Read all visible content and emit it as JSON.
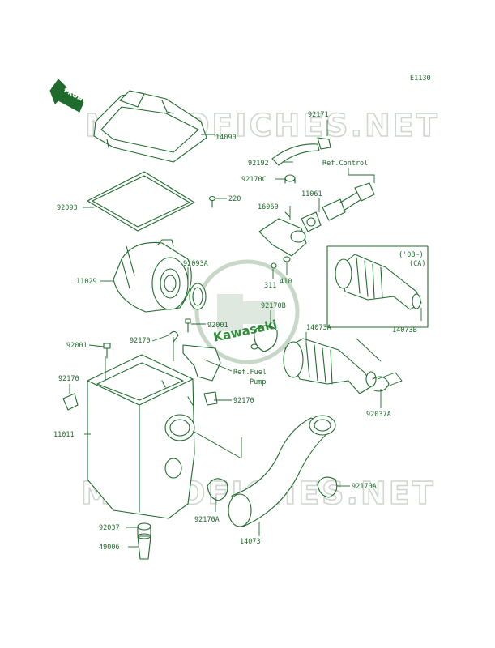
{
  "diagram_id": "E1130",
  "watermark": "MICROFICHES.NET",
  "logo": "Kawasaki",
  "front_label": "FRONT",
  "callouts": [
    {
      "id": "c-92171",
      "text": "92171"
    },
    {
      "id": "c-14090",
      "text": "14090"
    },
    {
      "id": "c-92192",
      "text": "92192"
    },
    {
      "id": "c-refcontrol",
      "text": "Ref.Control"
    },
    {
      "id": "c-92170c",
      "text": "92170C"
    },
    {
      "id": "c-11061",
      "text": "11061"
    },
    {
      "id": "c-92093",
      "text": "92093"
    },
    {
      "id": "c-220",
      "text": "220"
    },
    {
      "id": "c-16060",
      "text": "16060"
    },
    {
      "id": "c-08ca-1",
      "text": "('08~)"
    },
    {
      "id": "c-08ca-2",
      "text": "(CA)"
    },
    {
      "id": "c-92093a",
      "text": "92093A"
    },
    {
      "id": "c-11029",
      "text": "11029"
    },
    {
      "id": "c-311",
      "text": "311"
    },
    {
      "id": "c-410",
      "text": "410"
    },
    {
      "id": "c-92170b",
      "text": "92170B"
    },
    {
      "id": "c-92001a",
      "text": "92001"
    },
    {
      "id": "c-14073a",
      "text": "14073A"
    },
    {
      "id": "c-14073b",
      "text": "14073B"
    },
    {
      "id": "c-92170",
      "text": "92170"
    },
    {
      "id": "c-92001b",
      "text": "92001"
    },
    {
      "id": "c-reffuel-1",
      "text": "Ref.Fuel"
    },
    {
      "id": "c-reffuel-2",
      "text": "Pump"
    },
    {
      "id": "c-92170-left",
      "text": "92170"
    },
    {
      "id": "c-92170-right",
      "text": "92170"
    },
    {
      "id": "c-92037a",
      "text": "92037A"
    },
    {
      "id": "c-11011",
      "text": "11011"
    },
    {
      "id": "c-92170a-right",
      "text": "92170A"
    },
    {
      "id": "c-92037",
      "text": "92037"
    },
    {
      "id": "c-92170a-bottom",
      "text": "92170A"
    },
    {
      "id": "c-49006",
      "text": "49006"
    },
    {
      "id": "c-14073",
      "text": "14073"
    }
  ]
}
